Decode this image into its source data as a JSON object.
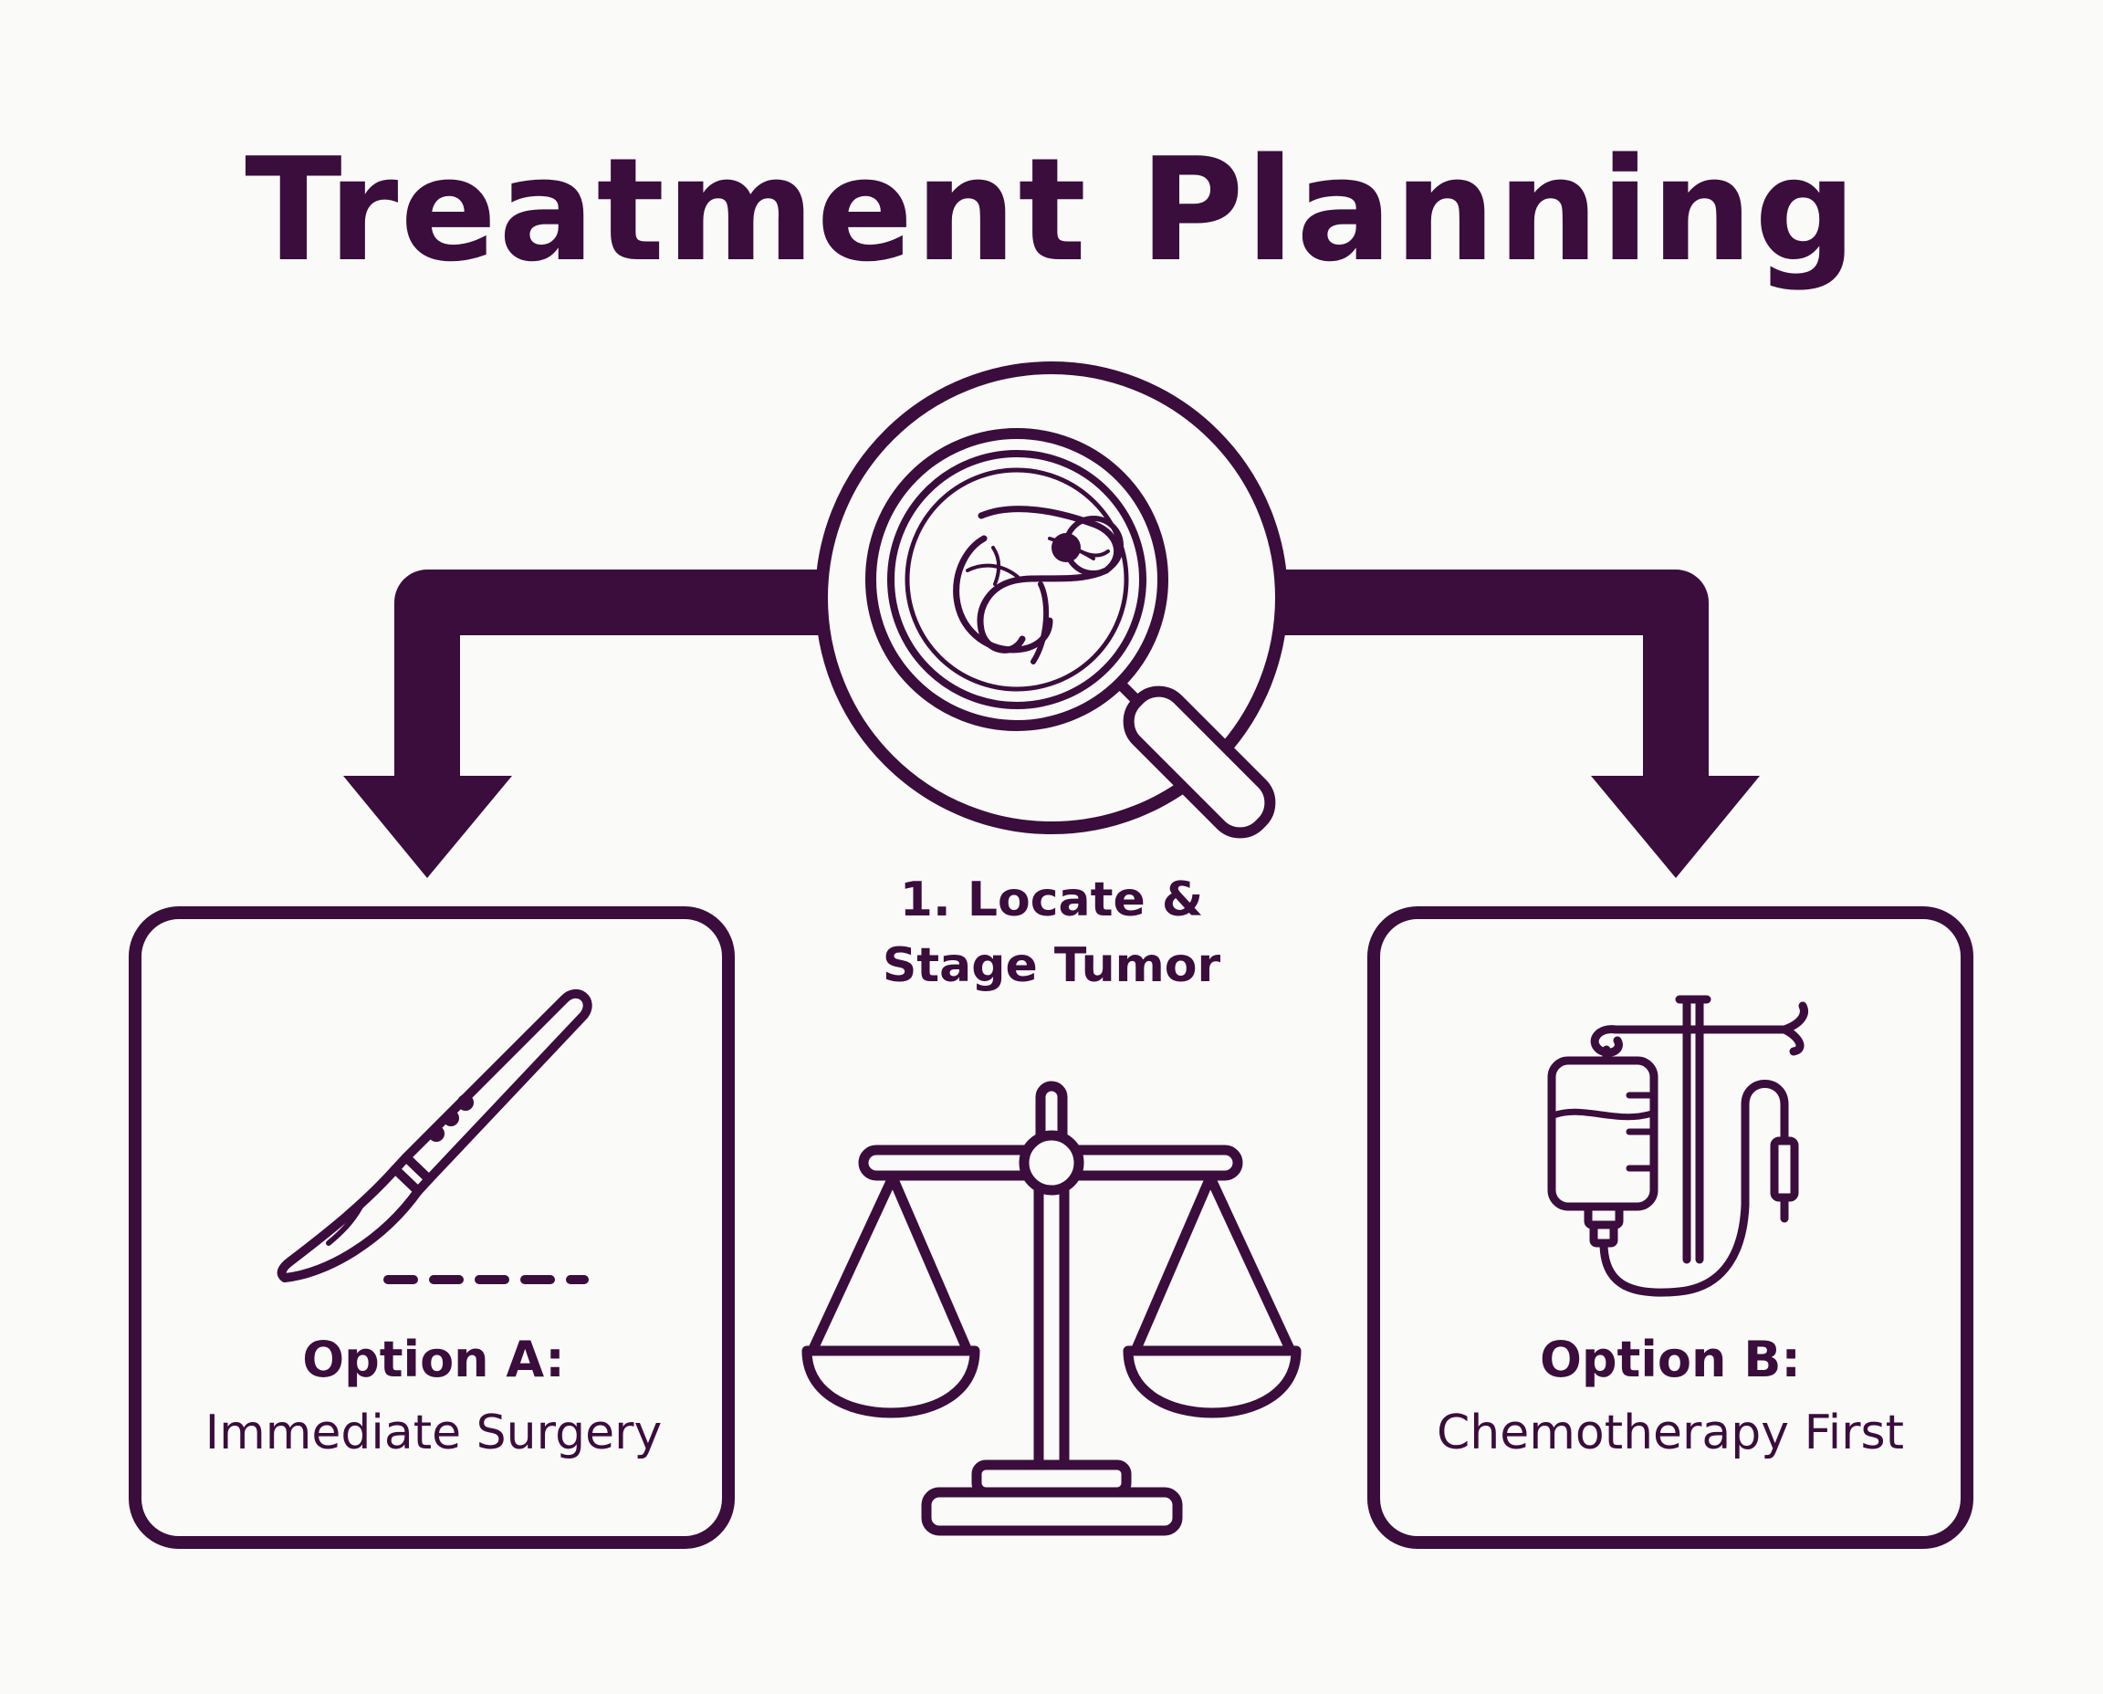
{
  "title": "Treatment Planning",
  "step": {
    "line1": "1. Locate &",
    "line2": "Stage Tumor",
    "icon": "magnifier-pancreas-icon"
  },
  "option_a": {
    "heading": "Option A:",
    "text": "Immediate Surgery",
    "icon": "scalpel-icon"
  },
  "option_b": {
    "heading": "Option B:",
    "text": "Chemotherapy First",
    "icon": "iv-drip-icon"
  },
  "center_icon": "balance-scale-icon",
  "colors": {
    "primary": "#3a0d3c",
    "background": "#fafaf9"
  }
}
